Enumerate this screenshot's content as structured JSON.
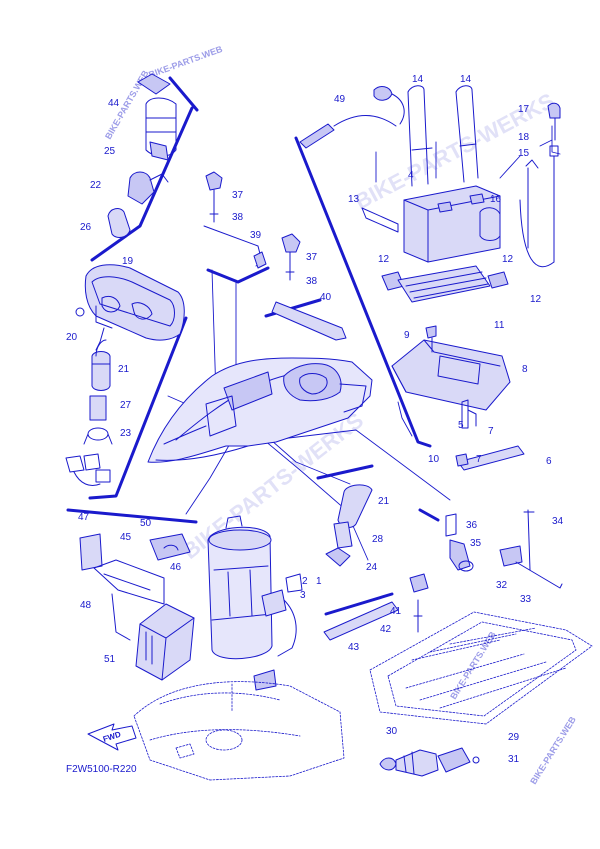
{
  "diagram": {
    "code": "F2W5100-R220",
    "forward_label": "FWD",
    "watermark_main": "BIKE-PARTS-WERKS",
    "watermark_small": "BIKE-PARTS.WEB",
    "colors": {
      "line": "#1a1acc",
      "fill": "#c7c7f4",
      "watermark": "#c9c9f2"
    },
    "callouts": [
      "1",
      "2",
      "3",
      "4",
      "5",
      "6",
      "7",
      "7",
      "8",
      "9",
      "10",
      "11",
      "12",
      "12",
      "12",
      "13",
      "14",
      "14",
      "15",
      "16",
      "17",
      "18",
      "19",
      "20",
      "21",
      "21",
      "22",
      "23",
      "24",
      "25",
      "26",
      "27",
      "28",
      "29",
      "30",
      "31",
      "32",
      "33",
      "34",
      "35",
      "36",
      "37",
      "37",
      "38",
      "38",
      "39",
      "40",
      "41",
      "42",
      "43",
      "44",
      "45",
      "46",
      "47",
      "48",
      "49",
      "50",
      "51"
    ]
  }
}
